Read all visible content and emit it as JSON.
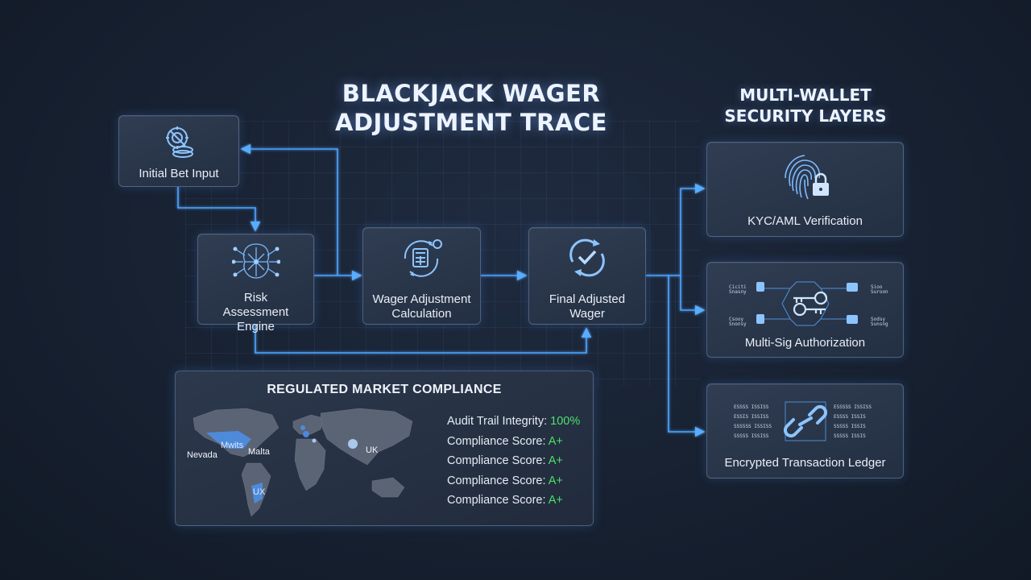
{
  "title": "BLACKJACK WAGER ADJUSTMENT TRACE",
  "flow": {
    "initial": {
      "label": "Initial Bet Input",
      "icon": "chips-icon"
    },
    "risk": {
      "label": "Risk Assessment Engine",
      "icon": "neural-network-icon"
    },
    "calc": {
      "label": "Wager Adjustment Calculation",
      "icon": "calculator-gear-icon"
    },
    "final": {
      "label": "Final Adjusted Wager",
      "icon": "checkmark-cycle-icon"
    }
  },
  "security": {
    "title": "MULTI-WALLET SECURITY LAYERS",
    "layers": [
      {
        "label": "KYC/AML Verification",
        "icon": "fingerprint-lock-icon"
      },
      {
        "label": "Multi-Sig Authorization",
        "icon": "keys-wallets-icon"
      },
      {
        "label": "Encrypted Transaction Ledger",
        "icon": "chain-link-icon"
      }
    ]
  },
  "compliance": {
    "title": "REGULATED MARKET COMPLIANCE",
    "map_labels": {
      "nevada": "Nevada",
      "malta": "Malta",
      "uk": "UK",
      "map_tag": "Mwits",
      "sa_tag": "UX"
    },
    "stats": [
      {
        "label": "Audit Trail Integrity:",
        "value": "100%"
      },
      {
        "label": "Compliance Score:",
        "value": "A+"
      },
      {
        "label": "Compliance Score:",
        "value": "A+"
      },
      {
        "label": "Compliance Score:",
        "value": "A+"
      },
      {
        "label": "Compliance Score:",
        "value": "A+"
      }
    ]
  },
  "colors": {
    "accent": "#4da3ff",
    "good": "#4ee06a",
    "background": "#172131"
  }
}
